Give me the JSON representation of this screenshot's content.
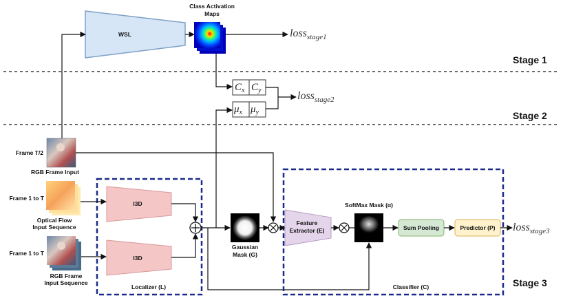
{
  "stages": {
    "stage1": "Stage 1",
    "stage2": "Stage 2",
    "stage3": "Stage 3"
  },
  "wsl": {
    "label": "WSL",
    "cam_title_line1": "Class Activation",
    "cam_title_line2": "Maps"
  },
  "losses": {
    "stage1": {
      "base": "loss",
      "sub": "stage1"
    },
    "stage2": {
      "base": "loss",
      "sub": "stage2"
    },
    "stage3": {
      "base": "loss",
      "sub": "stage3"
    }
  },
  "centroid": {
    "cx_base": "C",
    "cx_sub": "x",
    "cy_base": "C",
    "cy_sub": "y",
    "mux_base": "μ",
    "mux_sub": "x",
    "muy_base": "μ",
    "muy_sub": "y"
  },
  "inputs": {
    "frame_t2": "Frame T/2",
    "rgb_frame_input": "RGB Frame Input",
    "frame_1_to_t_flow": "Frame 1 to T",
    "optical_flow_line1": "Optical Flow",
    "optical_flow_line2": "Input Sequence",
    "frame_1_to_t_rgb": "Frame 1 to T",
    "rgb_seq_line1": "RGB Frame",
    "rgb_seq_line2": "Input Sequence"
  },
  "localizer": {
    "i3d_top": "I3D",
    "i3d_bottom": "I3D",
    "label": "Localizer (L)"
  },
  "gaussian": {
    "line1": "Gaussian",
    "line2": "Mask (G)"
  },
  "classifier": {
    "feature_line1": "Feature",
    "feature_line2": "Extractor (E)",
    "softmax_label": "SoftMax Mask (α)",
    "sum_pooling": "Sum Pooling",
    "predictor": "Predictor (P)",
    "label": "Classifier (C)"
  },
  "colors": {
    "wsl_fill": "#d6e6f7",
    "wsl_stroke": "#7f9fc6",
    "i3d_fill": "#f4c6c6",
    "i3d_stroke": "#d99a9a",
    "feature_fill": "#e4d5ea",
    "feature_stroke": "#b79bc4",
    "sum_pool_fill": "#d5e8d4",
    "sum_pool_stroke": "#82b366",
    "predictor_fill": "#fff2cc",
    "predictor_stroke": "#d6b656",
    "dashed_box": "#1a2a8c"
  }
}
